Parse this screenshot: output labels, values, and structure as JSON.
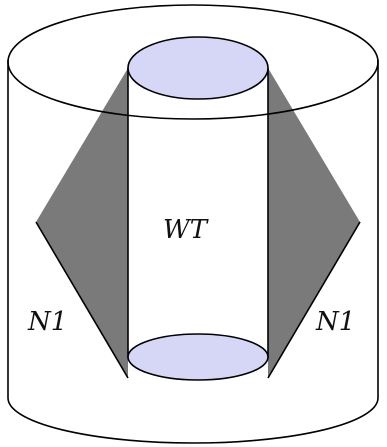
{
  "labels": {
    "center": "WT",
    "left": "N1",
    "right": "N1"
  },
  "colors": {
    "outline": "#000000",
    "wedge_fill": "#7a7a7a",
    "disk_fill": "#d6d6f7",
    "background": "#ffffff"
  }
}
